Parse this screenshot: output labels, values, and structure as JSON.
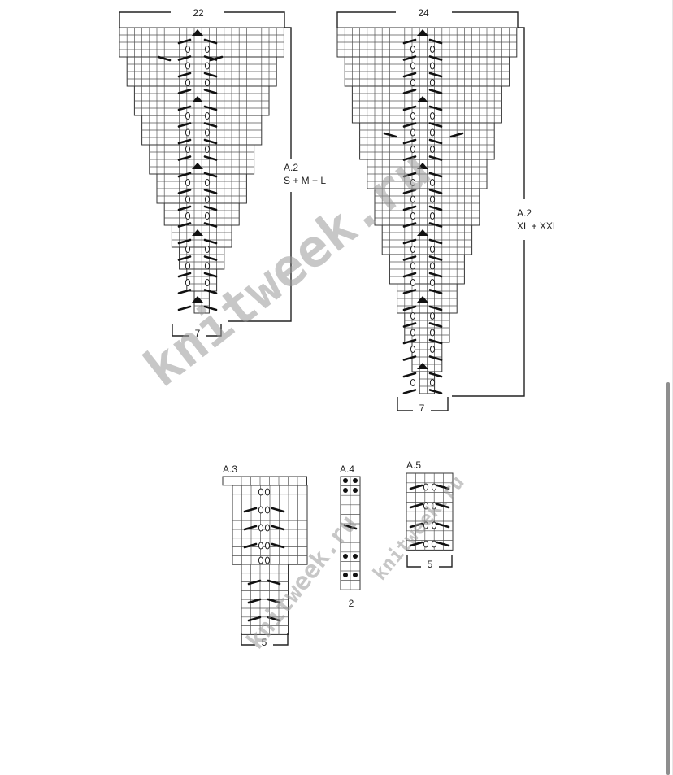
{
  "charts": {
    "a2_small": {
      "width_label": "22",
      "repeat_label": "7",
      "name": "A.2",
      "sizes": "S + M + L"
    },
    "a2_large": {
      "width_label": "24",
      "repeat_label": "7",
      "name": "A.2",
      "sizes": "XL + XXL"
    },
    "a3": {
      "name": "A.3",
      "repeat_label": "5"
    },
    "a4": {
      "name": "A.4",
      "repeat_label": "2"
    },
    "a5": {
      "name": "A.5",
      "repeat_label": "5"
    }
  },
  "watermark": {
    "large": "knitweek.ru",
    "small_a3": "knitweek.ru",
    "small_a5": "knitweek.ru"
  },
  "colors": {
    "ink": "#222222",
    "grid": "#555555",
    "watermark": "#9a9a9a"
  }
}
